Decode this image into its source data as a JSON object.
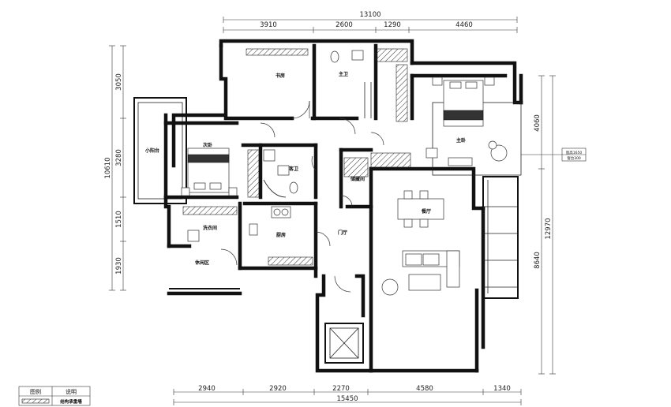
{
  "dimensions": {
    "top_total": "13100",
    "top_segments": [
      "3910",
      "2600",
      "1290",
      "4460"
    ],
    "bottom_total": "15450",
    "bottom_segments": [
      "2940",
      "2920",
      "2270",
      "4580",
      "1340"
    ],
    "left_total": "10610",
    "left_segments": [
      "3050",
      "3280",
      "1510",
      "1930"
    ],
    "right_total": "12970",
    "right_segments": [
      "4060",
      "8640"
    ]
  },
  "rooms": {
    "study": "书房",
    "master_bath": "主卫",
    "master_bedroom": "主卧",
    "second_bedroom": "次卧",
    "small_balcony": "小阳台",
    "guest_bath": "客卫",
    "storage": "储藏间",
    "dining": "餐厅",
    "laundry": "洗衣间",
    "kitchen": "厨房",
    "entrance": "门厅",
    "leisure": "休闲区"
  },
  "annotations": {
    "window_sill": "窗高1650",
    "window_height": "窗台300"
  },
  "legend": {
    "header_symbol": "图例",
    "header_desc": "说明",
    "wall_desc": "结构承重墙"
  }
}
